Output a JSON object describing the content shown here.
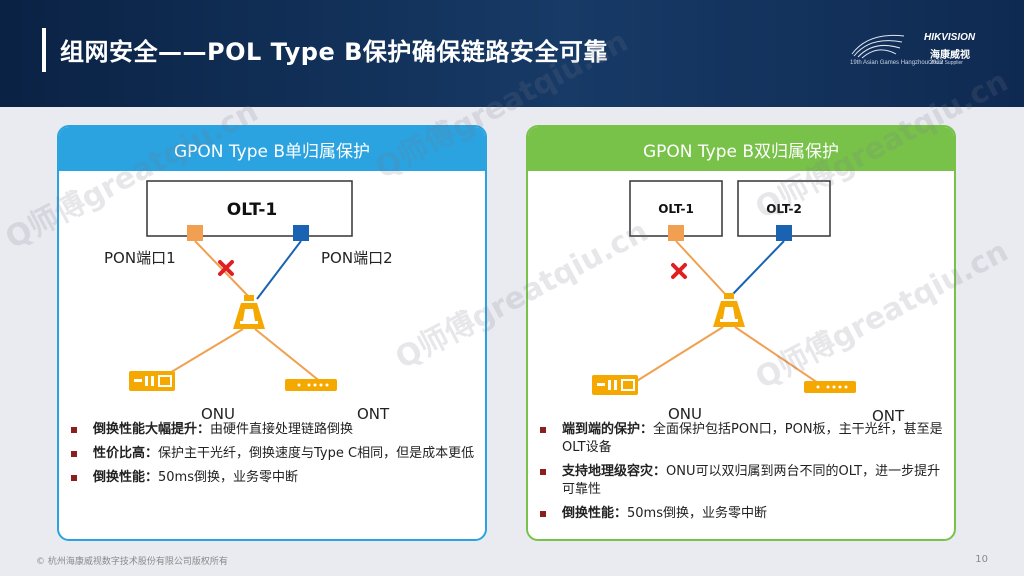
{
  "header": {
    "title": "组网安全——POL Type B保护确保链路安全可靠",
    "logo_event_text": "19th Asian Games Hangzhou 2022",
    "logo_brand": "HIKVISION",
    "logo_brand_cn": "海康威视",
    "logo_brand_sub": "Official Supplier"
  },
  "left_panel": {
    "heading": "GPON Type B单归属保护",
    "olt_label": "OLT-1",
    "port1_label": "PON端口1",
    "port2_label": "PON端口2",
    "onu_label": "ONU",
    "ont_label": "ONT",
    "bullets": [
      {
        "bold": "倒换性能大幅提升：",
        "text": "由硬件直接处理链路倒换"
      },
      {
        "bold": "性价比高：",
        "text": "保护主干光纤，倒换速度与Type  C相同，但是成本更低"
      },
      {
        "bold": "倒换性能：",
        "text": "50ms倒换，业务零中断"
      }
    ]
  },
  "right_panel": {
    "heading": "GPON Type B双归属保护",
    "olt1_label": "OLT-1",
    "olt2_label": "OLT-2",
    "onu_label": "ONU",
    "ont_label": "ONT",
    "bullets": [
      {
        "bold": "端到端的保护：",
        "text": "全面保护包括PON口，PON板，主干光纤，甚至是OLT设备"
      },
      {
        "bold": "支持地理级容灾：",
        "text": "ONU可以双归属到两台不同的OLT，进一步提升可靠性"
      },
      {
        "bold": "倒换性能：",
        "text": "50ms倒换，业务零中断"
      }
    ]
  },
  "watermark": "Q师傅greatqiu.cn",
  "footer": {
    "copyright": "© 杭州海康威视数字技术股份有限公司版权所有",
    "page_number": "10"
  },
  "colors": {
    "left_accent": "#2aa3e0",
    "right_accent": "#78c24a",
    "port_orange": "#f0a050",
    "port_blue": "#1a63b3",
    "fault_red": "#e02020",
    "device_orange": "#f5a800"
  }
}
